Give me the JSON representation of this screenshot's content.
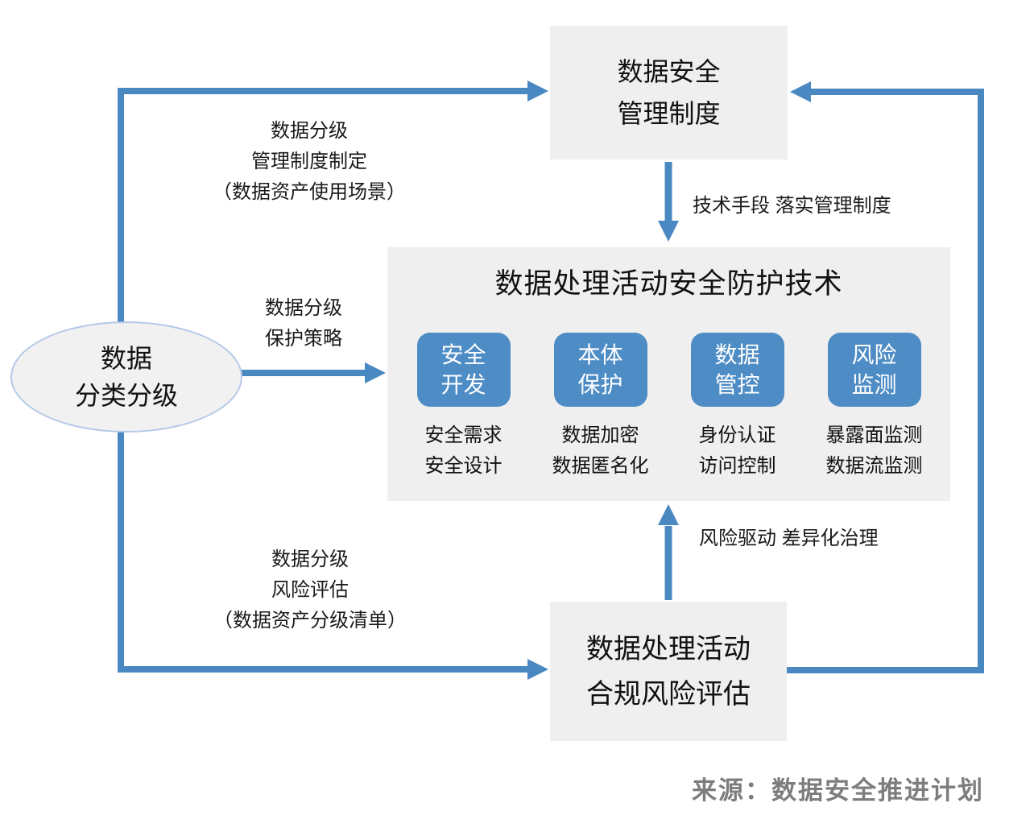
{
  "colors": {
    "accent_blue": "#4e8cc6",
    "arrow_blue": "#4a88c2",
    "box_gray": "#efefef",
    "ellipse_fill": "#f1f1f1",
    "ellipse_border": "#b3c9e7",
    "source_gray": "#7d7d7d"
  },
  "ellipse_node": {
    "line1": "数据",
    "line2": "分类分级"
  },
  "top_box": {
    "line1": "数据安全",
    "line2": "管理制度"
  },
  "tech": {
    "title": "数据处理活动安全防护技术",
    "items": [
      {
        "chip": [
          "安全",
          "开发"
        ],
        "detail": [
          "安全需求",
          "安全设计"
        ]
      },
      {
        "chip": [
          "本体",
          "保护"
        ],
        "detail": [
          "数据加密",
          "数据匿名化"
        ]
      },
      {
        "chip": [
          "数据",
          "管控"
        ],
        "detail": [
          "身份认证",
          "访问控制"
        ]
      },
      {
        "chip": [
          "风险",
          "监测"
        ],
        "detail": [
          "暴露面监测",
          "数据流监测"
        ]
      }
    ]
  },
  "bottom_box": {
    "line1": "数据处理活动",
    "line2": "合规风险评估"
  },
  "edge_labels": {
    "to_top_box": {
      "line1": "数据分级",
      "line2": "管理制度制定",
      "line3": "（数据资产使用场景）"
    },
    "to_tech_box": {
      "line1": "数据分级",
      "line2": "保护策略"
    },
    "to_bottom_box": {
      "line1": "数据分级",
      "line2": "风险评估",
      "line3": "（数据资产分级清单）"
    },
    "top_to_tech": "技术手段 落实管理制度",
    "bottom_to_tech": "风险驱动 差异化治理"
  },
  "source_text": "来源：数据安全推进计划"
}
